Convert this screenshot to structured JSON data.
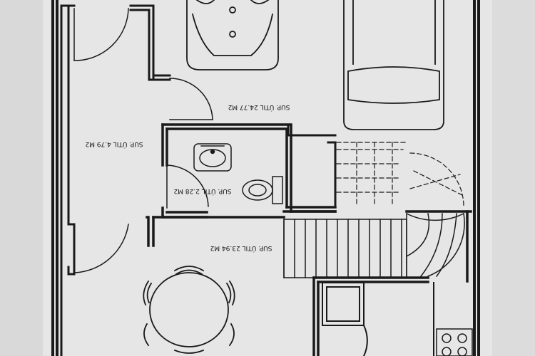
{
  "rooms": [
    {
      "id": "garage",
      "label": "SUP. ÚTIL 24.77 M2"
    },
    {
      "id": "hall",
      "label": "SUP. ÚTIL 4.79 M2"
    },
    {
      "id": "bath",
      "label": "SUP. ÚTIL 2.28 M2"
    },
    {
      "id": "living",
      "label": "SUP. ÚTIL 23.94 M2"
    }
  ],
  "colors": {
    "paper": "#e9e9e9",
    "ink": "#111111",
    "wall": "#1a1a1a"
  }
}
